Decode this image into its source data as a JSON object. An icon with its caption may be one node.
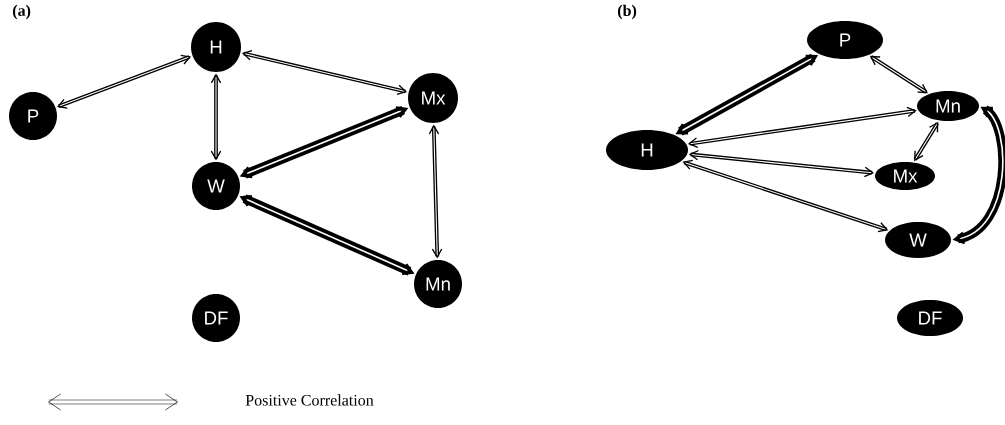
{
  "diagram": {
    "nodes": [
      {
        "text": [
          "H"
        ]
      },
      {
        "text": [
          "P"
        ]
      },
      {
        "text": [
          "Mx"
        ]
      },
      {
        "text": [
          "W"
        ]
      },
      {
        "text": [
          "Mn"
        ]
      },
      {
        "text": [
          "DF"
        ]
      },
      {
        "text": [
          "P"
        ]
      },
      {
        "text": [
          "Mn"
        ]
      },
      {
        "text": [
          "H"
        ]
      },
      {
        "text": [
          "Mx"
        ]
      },
      {
        "text": [
          "W"
        ]
      },
      {
        "text": [
          "DF"
        ]
      }
    ],
    "edges": [
      {
        "from": 1,
        "to": 0,
        "arrow": "both"
      },
      {
        "from": 0,
        "to": 2,
        "arrow": "both"
      },
      {
        "from": 0,
        "to": 3,
        "arrow": "both"
      },
      {
        "from": 3,
        "to": 2,
        "arrow": "both",
        "style": "thick"
      },
      {
        "from": 3,
        "to": 4,
        "arrow": "both",
        "style": "thick"
      },
      {
        "from": 2,
        "to": 4,
        "arrow": "both"
      },
      {
        "from": 8,
        "to": 6,
        "arrow": "both",
        "style": "thick"
      },
      {
        "from": 6,
        "to": 7,
        "arrow": "both"
      },
      {
        "from": 8,
        "to": 7,
        "arrow": "both"
      },
      {
        "from": 8,
        "to": 9,
        "arrow": "both"
      },
      {
        "from": 7,
        "to": 9,
        "arrow": "both"
      },
      {
        "from": 8,
        "to": 10,
        "arrow": "both"
      },
      {
        "from": 7,
        "to": 10,
        "arrow": "both",
        "style": "thick"
      }
    ],
    "labels": [
      "(a)",
      "(b)"
    ],
    "legend": [
      {
        "text": "Positive Correlation"
      }
    ]
  }
}
